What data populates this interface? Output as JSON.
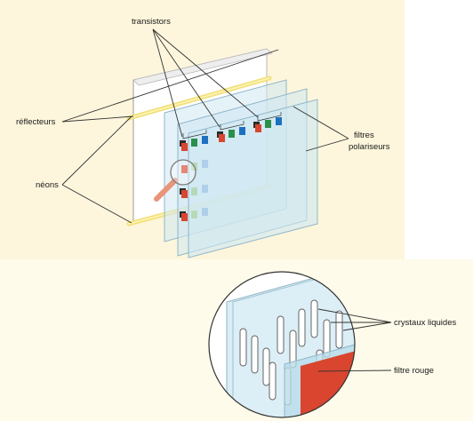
{
  "labels": {
    "transistors": "transistors",
    "reflecteurs": "réflecteurs",
    "neons": "néons",
    "filtres_line1": "filtres",
    "filtres_line2": "polariseurs",
    "crystaux": "crystaux liquides",
    "filtre_rouge": "filtre rouge"
  },
  "colors": {
    "page_background": "#fdf6dc",
    "panel_glass": "#cfe7f2",
    "panel_edge": "#8fb6c8",
    "neon": "#f1e07a",
    "subpixel_red": "#d9452f",
    "subpixel_green": "#2a8f4a",
    "subpixel_blue": "#1d6fc0",
    "transistor": "#2b2b2b",
    "magnifier_handle": "#e8957a",
    "red_filter": "#d9452f"
  }
}
